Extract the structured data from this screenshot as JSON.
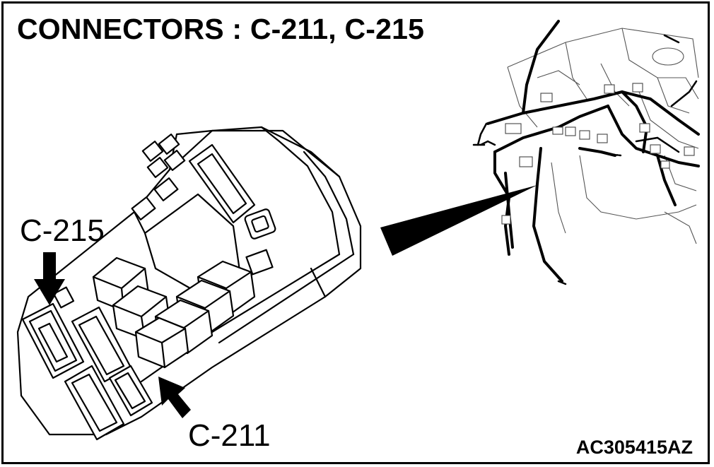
{
  "title": "CONNECTORS : C-211, C-215",
  "callouts": {
    "c215": "C-215",
    "c211": "C-211"
  },
  "figure_code": "AC305415AZ",
  "icons": {
    "pointer_arrow": "arrow-icon",
    "zoom_wedge": "magnify-wedge-icon"
  }
}
